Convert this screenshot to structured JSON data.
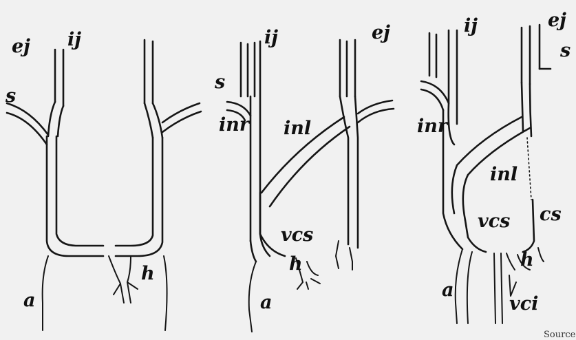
{
  "panels": [
    {
      "labels": {
        "ej": "ej",
        "ij": "ij",
        "s": "s",
        "h": "h",
        "a": "a"
      }
    },
    {
      "labels": {
        "s": "s",
        "ij": "ij",
        "ej": "ej",
        "inr": "inr",
        "inl": "inl",
        "vcs": "vcs",
        "h": "h",
        "a": "a"
      }
    },
    {
      "labels": {
        "ij": "ij",
        "ej": "ej",
        "s": "s",
        "inr": "inr",
        "inl": "inl",
        "vcs": "vcs",
        "cs": "cs",
        "h": "h",
        "a": "a",
        "vci": "vci"
      }
    }
  ],
  "credit": "Source"
}
